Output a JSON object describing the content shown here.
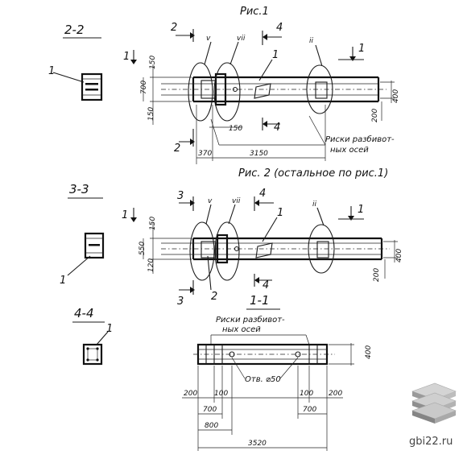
{
  "fig1": {
    "title": "Рис.1",
    "section_22": "2-2",
    "cut1": "1",
    "cut2": "2",
    "cut4": "4",
    "callout1": "1",
    "callout_v": "v",
    "callout_vii": "vii",
    "callout_ii": "ii",
    "dim_150_top": "150",
    "dim_700": "700",
    "dim_150_bot": "150",
    "dim_150_h": "150",
    "dim_400": "400",
    "dim_200": "200",
    "dim_370": "370",
    "dim_3150": "3150",
    "note_line1": "Риски разбивот-",
    "note_line2": "ных осей",
    "sec_label": "1"
  },
  "fig2": {
    "title": "Рис. 2  (остальное по рис.1)",
    "section_33": "3-3",
    "cut1": "1",
    "cut3": "3",
    "cut4": "4",
    "callout1": "1",
    "callout_v": "v",
    "callout_vii": "vii",
    "callout_ii": "ii",
    "callout2": "2",
    "dim_150": "150",
    "dim_550": "550",
    "dim_120": "120",
    "dim_400": "400",
    "dim_200": "200",
    "sec_label": "1"
  },
  "fig3": {
    "section_44": "4-4",
    "section_11": "1-1",
    "callout1": "1",
    "note_line1": "Риски разбивот-",
    "note_line2": "ных осей",
    "hole": "Отв. ⌀50",
    "dim_400": "400",
    "dim_200a": "200",
    "dim_100a": "100",
    "dim_100b": "100",
    "dim_200b": "200",
    "dim_700a": "700",
    "dim_700b": "700",
    "dim_800": "800",
    "dim_3520": "3520"
  },
  "watermark": {
    "text": "gbi22.ru",
    "logo": "stacked-slabs-logo"
  }
}
